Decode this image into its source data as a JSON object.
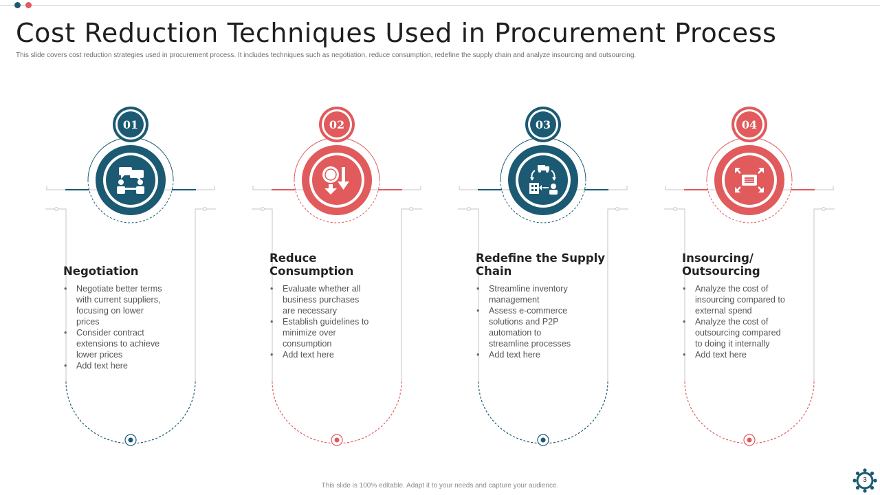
{
  "colors": {
    "teal": "#1b5a72",
    "red": "#e15a5c"
  },
  "header": {
    "title": "Cost Reduction Techniques Used in Procurement Process",
    "subtitle": "This slide covers cost reduction strategies used in procurement process. It includes techniques such as negotiation, reduce consumption, redefine the supply chain and analyze insourcing and outsourcing."
  },
  "cards": [
    {
      "number": "01",
      "color": "teal",
      "icon": "negotiation-meeting-icon",
      "title": "Negotiation",
      "bullets": [
        "Negotiate better terms with current suppliers, focusing on lower prices",
        "Consider contract extensions to achieve lower prices",
        "Add text here"
      ]
    },
    {
      "number": "02",
      "color": "red",
      "icon": "cost-reduction-icon",
      "title": "Reduce Consumption",
      "bullets": [
        "Evaluate whether all business purchases are necessary",
        "Establish guidelines to minimize over consumption",
        "Add text here"
      ]
    },
    {
      "number": "03",
      "color": "teal",
      "icon": "supply-chain-icon",
      "title": "Redefine the Supply Chain",
      "bullets": [
        "Streamline inventory management",
        "Assess e-commerce solutions and P2P automation to streamline processes",
        "Add text here"
      ]
    },
    {
      "number": "04",
      "color": "red",
      "icon": "expand-arrows-icon",
      "title": "Insourcing/ Outsourcing",
      "bullets": [
        "Analyze the cost of insourcing compared to external spend",
        "Analyze the cost of outsourcing compared to doing it internally",
        "Add text here"
      ]
    }
  ],
  "footer": {
    "text": "This slide is 100% editable. Adapt it to your needs and capture your audience."
  },
  "page": {
    "number": "3",
    "icon": "gear-network-icon"
  }
}
